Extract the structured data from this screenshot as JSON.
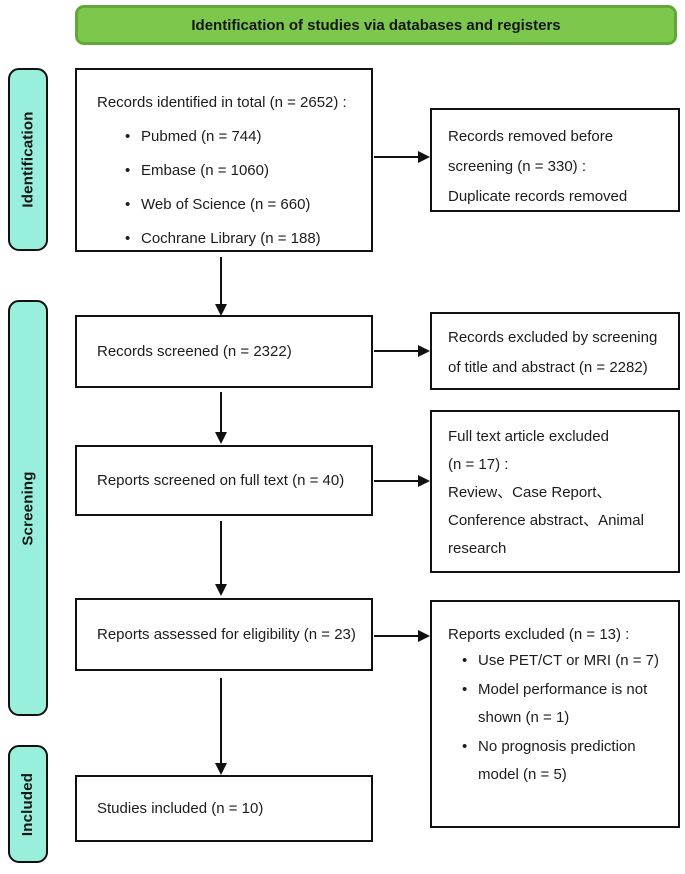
{
  "banner": {
    "title": "Identification of studies via databases and registers"
  },
  "colors": {
    "banner_fill": "#7cc84d",
    "banner_border": "#62a839",
    "stage_fill": "#97efdc",
    "box_border": "#111111",
    "text": "#1c1c1c"
  },
  "stages": {
    "identification": "Identification",
    "screening": "Screening",
    "included": "Included"
  },
  "boxes": {
    "records_identified": {
      "title": "Records identified in total (n = 2652) :",
      "items": [
        "Pubmed (n = 744)",
        "Embase (n = 1060)",
        "Web of Science (n = 660)",
        "Cochrane Library (n = 188)"
      ]
    },
    "records_removed": {
      "lines": [
        "Records removed before",
        "screening (n = 330) :",
        "Duplicate records removed"
      ]
    },
    "records_screened": {
      "title": "Records screened (n = 2322)"
    },
    "records_excluded": {
      "lines": [
        "Records excluded by screening",
        "of title and abstract (n = 2282)"
      ]
    },
    "reports_screened": {
      "title": "Reports screened on full text (n = 40)"
    },
    "fulltext_excluded": {
      "lines": [
        "Full text article excluded",
        "(n = 17) :",
        "Review、Case Report、",
        "Conference abstract、Animal",
        "research"
      ]
    },
    "reports_assessed": {
      "title": "Reports assessed for eligibility (n = 23)"
    },
    "reports_excluded": {
      "title": "Reports excluded (n = 13) :",
      "items": [
        "Use PET/CT or MRI (n = 7)",
        "Model performance is not shown (n = 1)",
        "No prognosis prediction model (n = 5)"
      ]
    },
    "studies_included": {
      "title": "Studies included (n = 10)"
    },
    "bullet_glyph": "•"
  }
}
